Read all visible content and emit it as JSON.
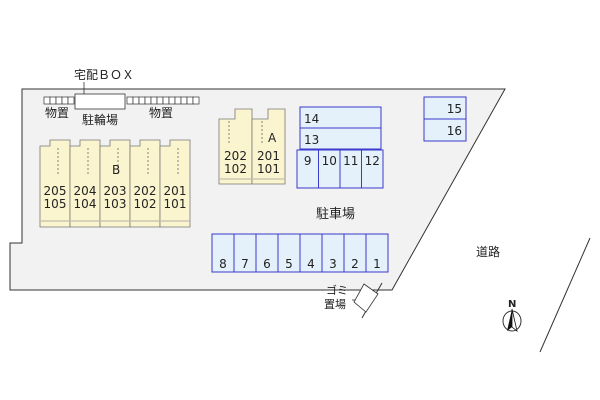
{
  "labels": {
    "delivery_box": "宅配ＢＯＸ",
    "storage_left": "物置",
    "storage_right": "物置",
    "bicycle_parking": "駐輪場",
    "parking": "駐車場",
    "road": "道路",
    "garbage_line1": "ゴミ",
    "garbage_line2": "置場",
    "north": "N"
  },
  "building_a": {
    "name": "A",
    "units": [
      {
        "upper": "202",
        "lower": "102"
      },
      {
        "upper": "201",
        "lower": "101"
      }
    ]
  },
  "building_b": {
    "name": "B",
    "units": [
      {
        "upper": "205",
        "lower": "105"
      },
      {
        "upper": "204",
        "lower": "104"
      },
      {
        "upper": "203",
        "lower": "103"
      },
      {
        "upper": "202",
        "lower": "102"
      },
      {
        "upper": "201",
        "lower": "101"
      }
    ]
  },
  "parking_spaces": {
    "top_rows": [
      "14",
      "13"
    ],
    "middle_row": [
      "9",
      "10",
      "11",
      "12"
    ],
    "bottom_row": [
      "8",
      "7",
      "6",
      "5",
      "4",
      "3",
      "2",
      "1"
    ],
    "top_right": [
      "15",
      "16"
    ]
  },
  "colors": {
    "lot_fill": "#f2f2f2",
    "lot_stroke": "#333333",
    "building_fill": "#fbf5cf",
    "building_stroke": "#777777",
    "parking_fill": "#e4f0fa",
    "parking_stroke": "#3a3acc"
  }
}
